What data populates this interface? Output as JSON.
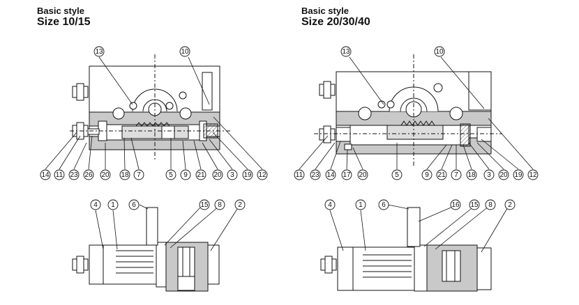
{
  "left": {
    "style": "Basic style",
    "size": "Size 10/15",
    "top_labels": [
      "13",
      "10"
    ],
    "bottom_labels": [
      "14",
      "11",
      "23",
      "26",
      "20",
      "18",
      "7",
      "5",
      "9",
      "21",
      "20",
      "3",
      "19",
      "12"
    ],
    "lower_labels": [
      "4",
      "1",
      "6",
      "15",
      "8",
      "2"
    ]
  },
  "right": {
    "style": "Basic style",
    "size": "Size 20/30/40",
    "top_labels": [
      "13",
      "10"
    ],
    "bottom_labels": [
      "11",
      "23",
      "14",
      "17",
      "20",
      "5",
      "9",
      "21",
      "7",
      "18",
      "3",
      "20",
      "19",
      "12"
    ],
    "lower_labels": [
      "4",
      "1",
      "6",
      "16",
      "15",
      "8",
      "2"
    ]
  }
}
